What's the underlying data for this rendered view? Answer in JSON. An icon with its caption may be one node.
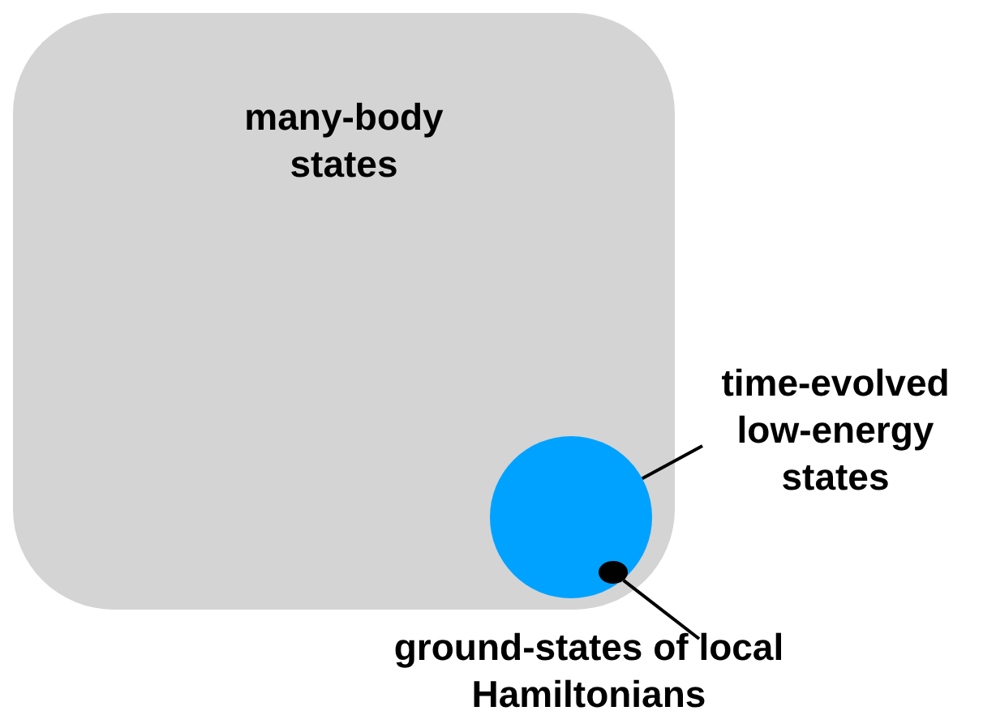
{
  "diagram": {
    "nodes": [
      {
        "text": [
          "many-body states"
        ]
      },
      {
        "text": [],
        "shape": "circle",
        "in": 0
      },
      {
        "text": [],
        "shape": "circle",
        "in": 1
      },
      {
        "text": [
          "time-evolved low-energy states"
        ]
      },
      {
        "text": [
          "ground-states of local Hamiltonians"
        ]
      }
    ],
    "edges": [
      {
        "from": 3,
        "to": 1,
        "arrow": "none"
      },
      {
        "from": 4,
        "to": 2,
        "arrow": "none"
      }
    ]
  }
}
